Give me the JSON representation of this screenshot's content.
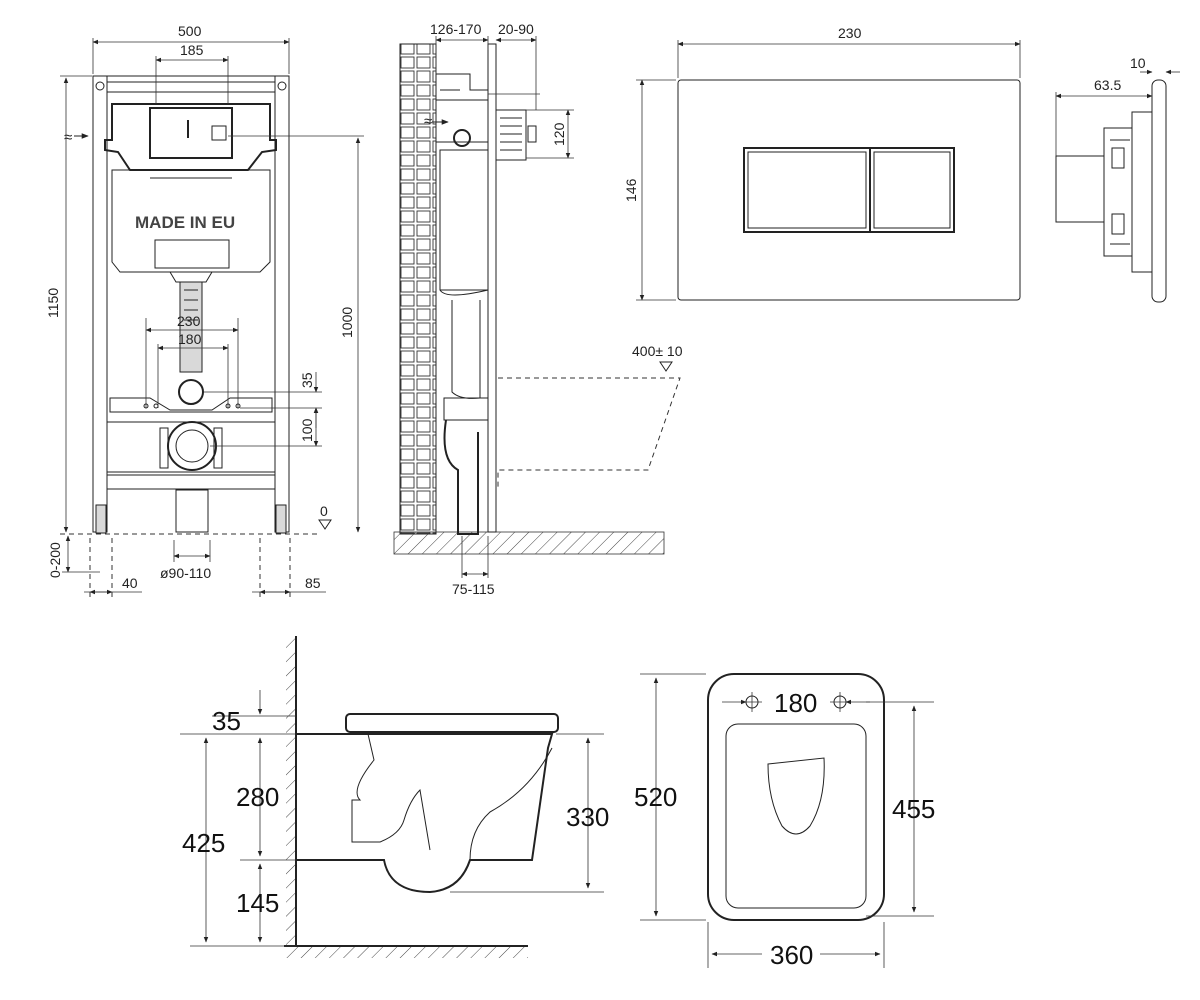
{
  "frame_front": {
    "width": "500",
    "width_tank": "185",
    "height": "1150",
    "height_1000": "1000",
    "dist_230": "230",
    "dist_180": "180",
    "dim_35": "35",
    "dim_100": "100",
    "zero": "0",
    "adj": "0-200",
    "dim_40": "40",
    "pipe": "ø90-110",
    "dim_85": "85",
    "badge": "MADE IN EU"
  },
  "frame_side": {
    "depth_top": "126-170",
    "depth_right": "20-90",
    "dim_120": "120",
    "depth_bottom": "75-115",
    "bowl_height": "400± 10"
  },
  "plate": {
    "width": "230",
    "height": "146",
    "side_depth": "63.5",
    "side_thick": "10"
  },
  "bowl_side": {
    "seat": "35",
    "d280": "280",
    "d425": "425",
    "d145": "145",
    "d330": "330"
  },
  "bowl_top": {
    "bolts": "180",
    "length": "520",
    "inner": "455",
    "width": "360"
  }
}
